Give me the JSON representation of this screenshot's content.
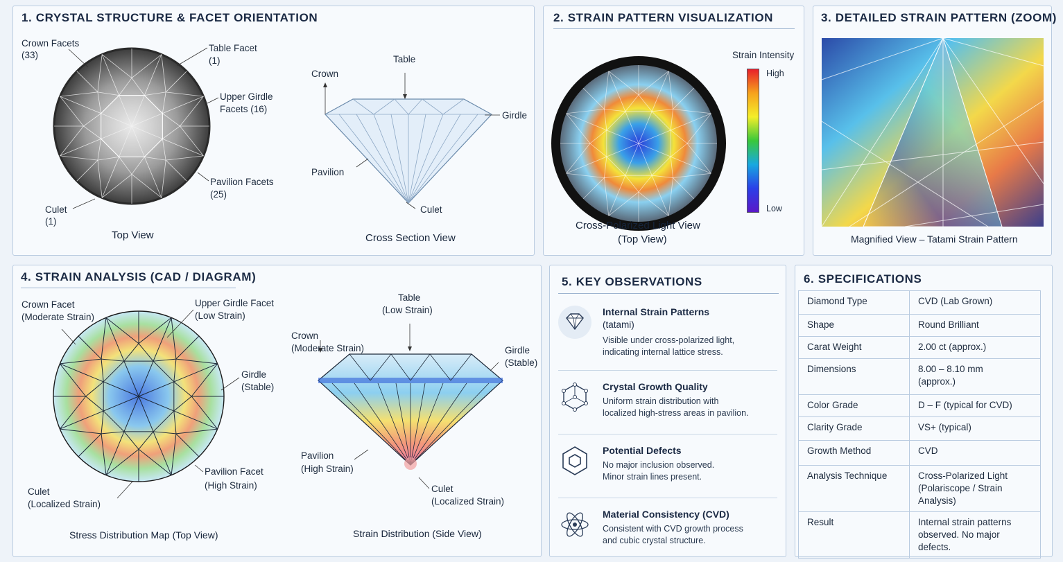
{
  "panel1": {
    "title": "1. CRYSTAL STRUCTURE & FACET ORIENTATION",
    "top_view": {
      "crown_facets": "Crown Facets",
      "crown_count": "(33)",
      "table_facet": "Table Facet",
      "table_count": "(1)",
      "upper_girdle": "Upper Girdle",
      "upper_girdle_2": "Facets (16)",
      "pavilion_facets": "Pavilion Facets",
      "pavilion_count": "(25)",
      "culet": "Culet",
      "culet_count": "(1)",
      "caption": "Top View"
    },
    "cross_section": {
      "table": "Table",
      "crown": "Crown",
      "girdle": "Girdle",
      "pavilion": "Pavilion",
      "culet": "Culet",
      "caption": "Cross Section View"
    }
  },
  "panel2": {
    "title": "2. STRAIN PATTERN VISUALIZATION",
    "legend_title": "Strain Intensity",
    "legend_high": "High",
    "legend_low": "Low",
    "caption_1": "Cross-Polarized Light View",
    "caption_2": "(Top View)"
  },
  "panel3": {
    "title": "3. DETAILED STRAIN PATTERN (ZOOM)",
    "caption": "Magnified View – Tatami Strain Pattern"
  },
  "panel4": {
    "title": "4. STRAIN ANALYSIS (CAD / DIAGRAM)",
    "top": {
      "crown_facet": "Crown Facet",
      "crown_facet_2": "(Moderate Strain)",
      "upper_girdle": "Upper Girdle Facet",
      "upper_girdle_2": "(Low Strain)",
      "girdle": "Girdle",
      "girdle_2": "(Stable)",
      "pavilion": "Pavilion Facet",
      "pavilion_2": "(High Strain)",
      "culet": "Culet",
      "culet_2": "(Localized Strain)",
      "caption": "Stress Distribution Map (Top View)"
    },
    "side": {
      "table": "Table",
      "table_2": "(Low Strain)",
      "crown": "Crown",
      "crown_2": "(Moderate Strain)",
      "girdle": "Girdle",
      "girdle_2": "(Stable)",
      "pavilion": "Pavilion",
      "pavilion_2": "(High Strain)",
      "culet": "Culet",
      "culet_2": "(Localized Strain)",
      "caption": "Strain Distribution (Side View)"
    }
  },
  "panel5": {
    "title": "5. KEY OBSERVATIONS",
    "items": [
      {
        "icon": "diamond-icon",
        "title": "Internal Strain Patterns",
        "sub": "(tatami)",
        "body": "Visible under cross-polarized light,\nindicating internal lattice stress."
      },
      {
        "icon": "cube-lattice-icon",
        "title": "Crystal Growth Quality",
        "sub": "",
        "body": "Uniform strain distribution with\nlocalized high-stress areas in pavilion."
      },
      {
        "icon": "hexagon-icon",
        "title": "Potential Defects",
        "sub": "",
        "body": "No major inclusion observed.\nMinor strain lines present."
      },
      {
        "icon": "atom-icon",
        "title": "Material Consistency (CVD)",
        "sub": "",
        "body": "Consistent with CVD growth process\nand cubic crystal structure."
      }
    ]
  },
  "panel6": {
    "title": "6. SPECIFICATIONS",
    "rows": [
      {
        "key": "Diamond Type",
        "value": "CVD (Lab Grown)"
      },
      {
        "key": "Shape",
        "value": "Round Brilliant"
      },
      {
        "key": "Carat Weight",
        "value": "2.00 ct (approx.)"
      },
      {
        "key": "Dimensions",
        "value": "8.00 – 8.10 mm\n(approx.)"
      },
      {
        "key": "Color Grade",
        "value": "D – F (typical for CVD)"
      },
      {
        "key": "Clarity Grade",
        "value": "VS+ (typical)"
      },
      {
        "key": "Growth Method",
        "value": "CVD"
      },
      {
        "key": "Analysis Technique",
        "value": "Cross-Polarized Light\n(Polariscope / Strain Analysis)"
      },
      {
        "key": "Result",
        "value": "Internal strain patterns\nobserved. No major defects."
      }
    ]
  }
}
